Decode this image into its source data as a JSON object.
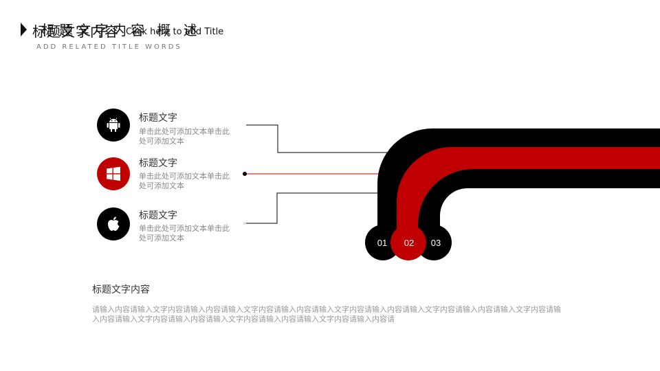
{
  "header": {
    "title": "标题文字内容",
    "title_overlay": "标题文字内容 概 述",
    "click_hint": "Click here to add Title",
    "subtitle": "ADD RELATED TITLE WORDS"
  },
  "items": [
    {
      "icon": "android-icon",
      "title": "标题文字",
      "desc": "单击此处可添加文本单击此处可添加文本"
    },
    {
      "icon": "windows-icon",
      "title": "标题文字",
      "desc": "单击此处可添加文本单击此处可添加文本"
    },
    {
      "icon": "apple-icon",
      "title": "标题文字",
      "desc": "单击此处可添加文本单击此处可添加文本"
    }
  ],
  "numbers": [
    "01",
    "02",
    "03"
  ],
  "bottom": {
    "title": "标题文字内容",
    "desc": "请输入内容请输入文字内容请输入内容请输入文字内容请输入内容请输入文字内容请输入内容请输入文字内容请输入内容请输入文字内容请输入内容请输入文字内容请输入内容请输入文字内容请输入内容请输入文字内容请输入内容请"
  },
  "colors": {
    "black": "#000000",
    "red": "#c00000",
    "text": "#333333",
    "muted": "#888888"
  }
}
